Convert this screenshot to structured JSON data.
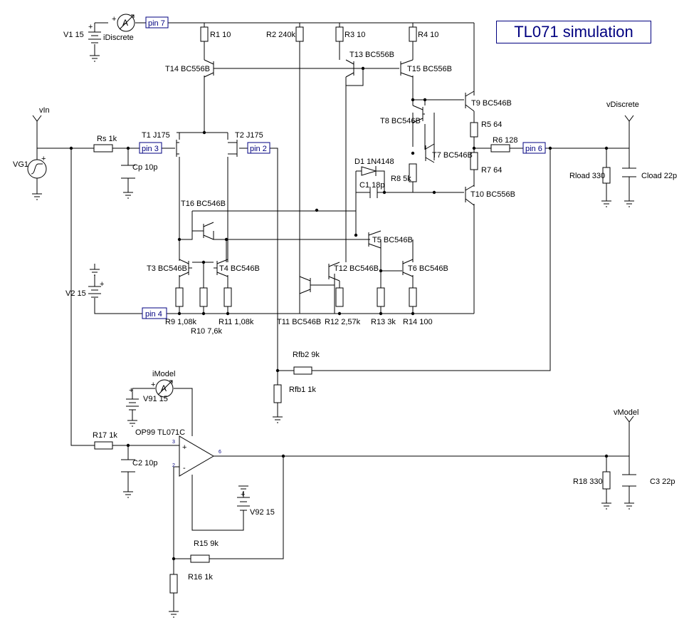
{
  "title": "TL071 simulation",
  "pins": {
    "pin7": "pin 7",
    "pin3": "pin 3",
    "pin2": "pin 2",
    "pin4": "pin 4",
    "pin6": "pin 6"
  },
  "probes": {
    "vIn": "vIn",
    "vDiscrete": "vDiscrete",
    "vModel": "vModel"
  },
  "ammeters": {
    "iDiscrete": "iDiscrete",
    "iModel": "iModel"
  },
  "opamp": {
    "name": "OP99 TL071C",
    "pin3": "3",
    "pin2": "2",
    "pin6": "6",
    "plus": "+",
    "minus": "-"
  },
  "components": {
    "V1": "V1 15",
    "VG1": "VG1",
    "V2": "V2 15",
    "V91": "V91 15",
    "V92": "V92 15",
    "R1": "R1 10",
    "R2": "R2 240k",
    "R3": "R3 10",
    "R4": "R4 10",
    "R5": "R5 64",
    "R6": "R6 128",
    "R7": "R7 64",
    "R8": "R8 5k",
    "R9": "R9 1,08k",
    "R10": "R10 7,6k",
    "R11": "R11 1,08k",
    "R12": "R12 2,57k",
    "R13": "R13 3k",
    "R14": "R14 100",
    "R15": "R15 9k",
    "R16": "R16 1k",
    "R17": "R17 1k",
    "R18": "R18 330",
    "Rs": "Rs 1k",
    "Rfb1": "Rfb1 1k",
    "Rfb2": "Rfb2 9k",
    "Rload": "Rload 330",
    "Cp": "Cp 10p",
    "C1": "C1 18p",
    "C2": "C2 10p",
    "C3": "C3 22p",
    "Cload": "Cload 22p",
    "D1": "D1 1N4148",
    "T1": "T1 J175",
    "T2": "T2 J175",
    "T3": "T3 BC546B",
    "T4": "T4 BC546B",
    "T5": "T5 BC546B",
    "T6": "T6 BC546B",
    "T7": "T7 BC546B",
    "T8": "T8 BC546B",
    "T9": "T9 BC546B",
    "T10": "T10 BC556B",
    "T11": "T11 BC546B",
    "T12": "T12 BC546B",
    "T13": "T13 BC556B",
    "T14": "T14 BC556B",
    "T15": "T15 BC556B",
    "T16": "T16 BC546B"
  },
  "symbols": {
    "plus": "+",
    "ammeter": "A"
  }
}
